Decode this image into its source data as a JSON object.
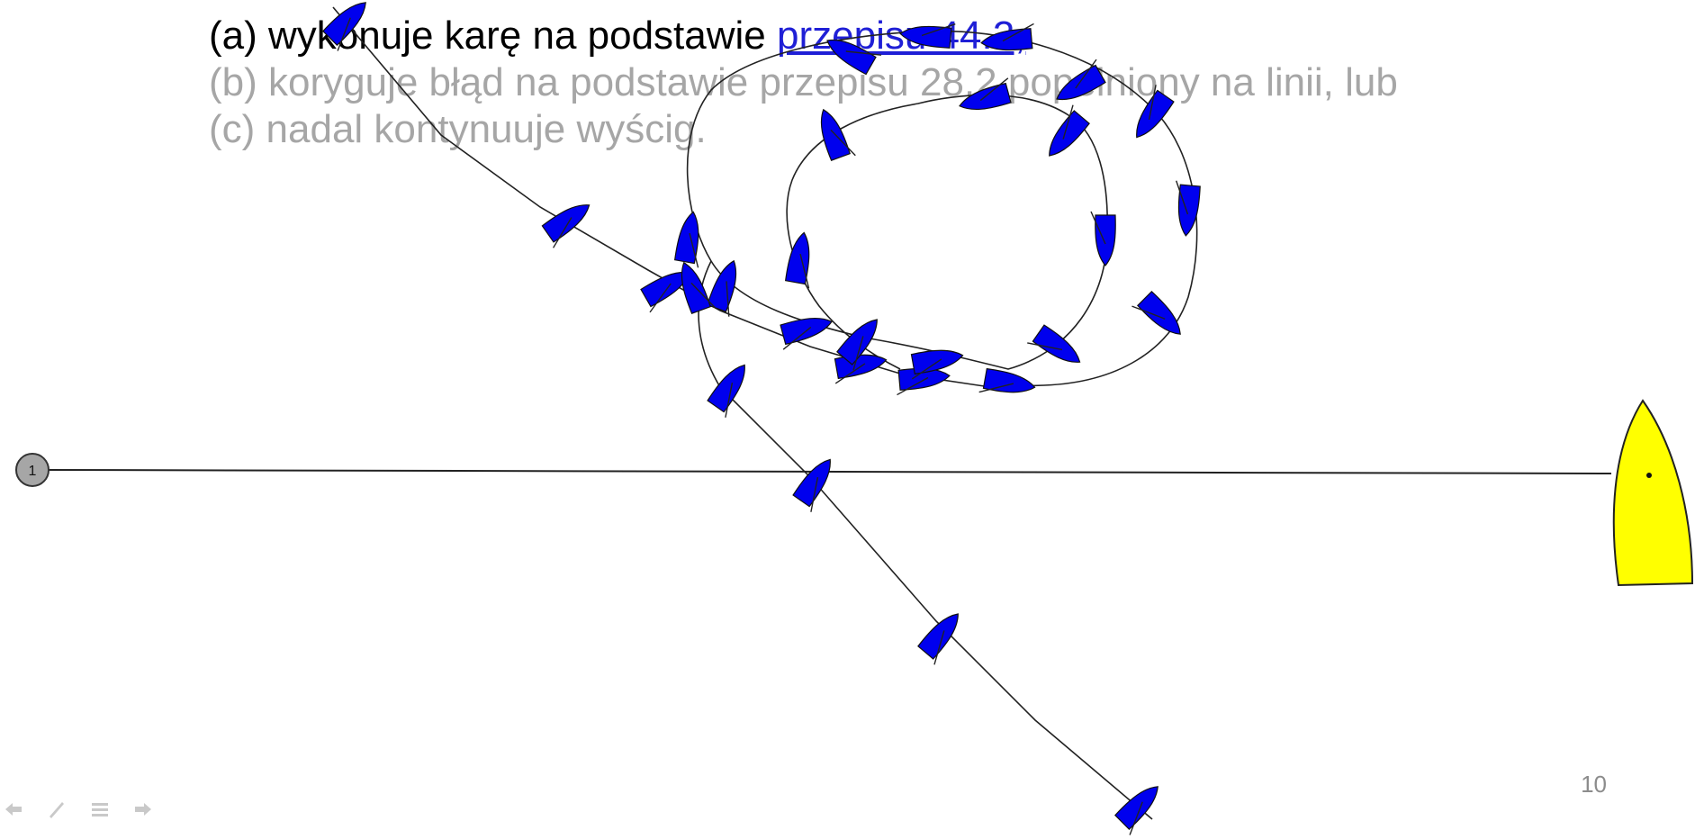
{
  "slide": {
    "lines": {
      "a_prefix": "(a) wykonuje karę na podstawie ",
      "a_link": "przepisu 44.2,",
      "b": "(b) koryguje błąd na podstawie przepisu 28.2 popełniony na linii, lub",
      "c": "(c) nadal kontynuuje wyścig."
    },
    "slide_number": "10",
    "mark_label": "1"
  },
  "colors": {
    "boat_fill": "#0000ee",
    "committee_boat_fill": "#ffff00",
    "mark_fill": "#a6a6a6",
    "dim_text": "#a6a6a6",
    "link": "#1f1fd6"
  },
  "icons": {
    "nav_prev": "arrow-left-icon",
    "nav_pen": "pen-icon",
    "nav_menu": "menu-icon",
    "nav_next": "arrow-right-icon"
  }
}
